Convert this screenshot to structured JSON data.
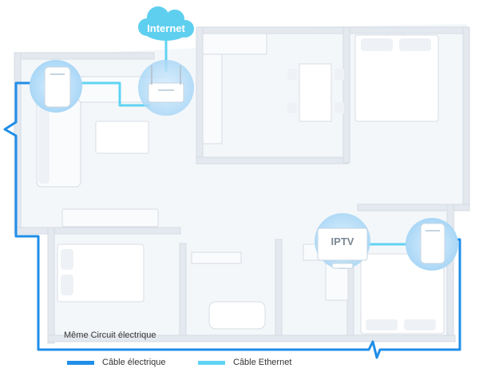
{
  "cloud_label": "Internet",
  "tv_label": "IPTV",
  "circuit_label": "Même Circuit électrique",
  "legend": {
    "electric": {
      "label": "Câble électrique",
      "color": "#1f8ee8"
    },
    "ethernet": {
      "label": "Câble Ethernet",
      "color": "#5fd3f3"
    }
  },
  "icons": [
    "cloud-icon",
    "router-icon",
    "powerline-adapter-icon",
    "tv-set-top-box-icon"
  ]
}
